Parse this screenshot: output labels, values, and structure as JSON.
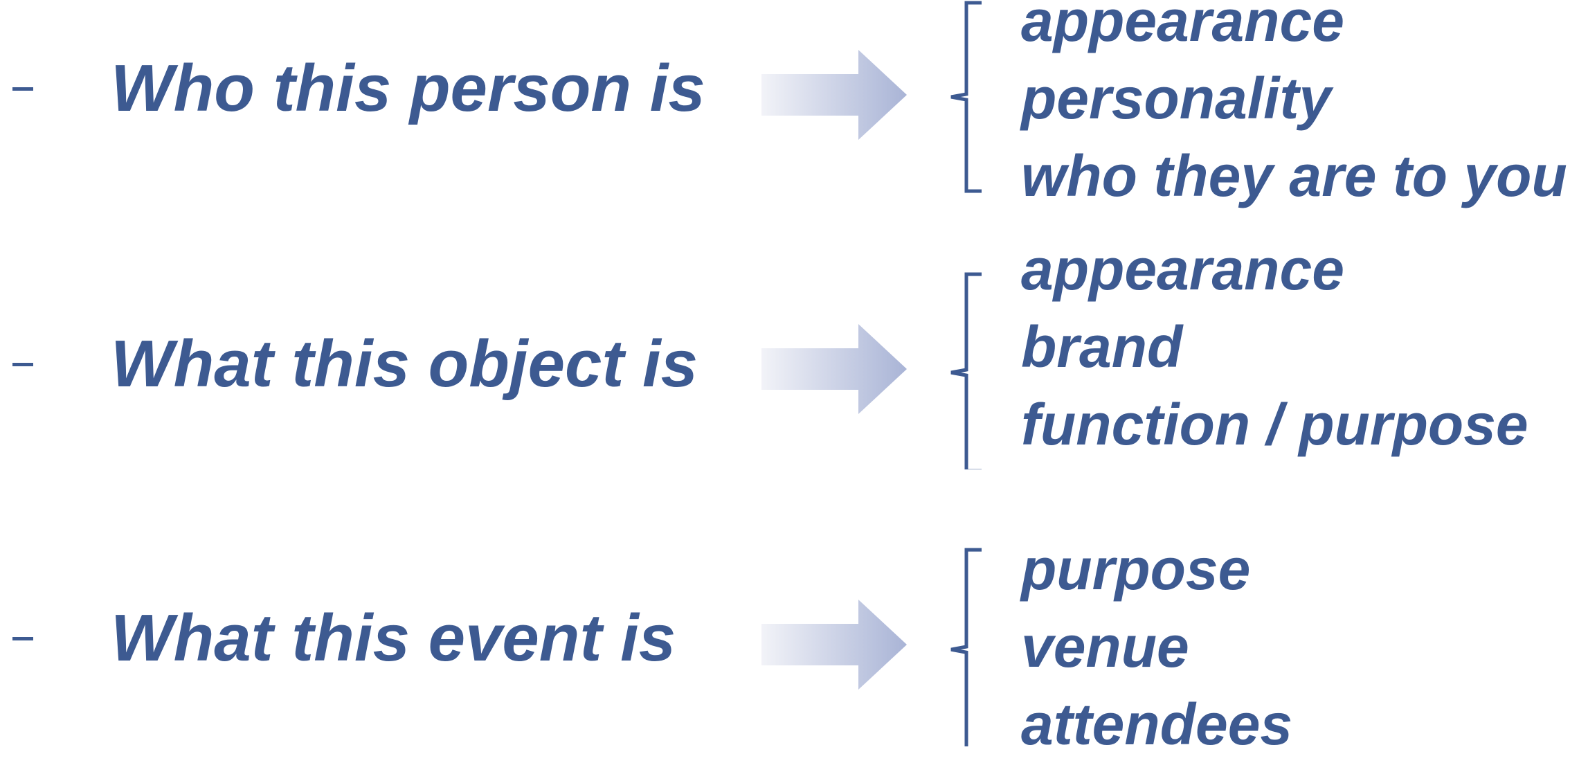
{
  "groups": [
    {
      "heading": "Who this person is",
      "items": [
        "appearance",
        "personality",
        "who they are to you"
      ]
    },
    {
      "heading": "What this object is",
      "items": [
        "appearance",
        "brand",
        "function / purpose"
      ]
    },
    {
      "heading": "What this event is",
      "items": [
        "purpose",
        "venue",
        "attendees"
      ]
    }
  ],
  "colors": {
    "text": "#3d5a91",
    "arrow_start": "#f2f3f8",
    "arrow_end": "#a9b4d6"
  },
  "icons": {
    "bullet": "dash-icon",
    "connector": "right-arrow-icon",
    "group": "left-brace-icon"
  }
}
